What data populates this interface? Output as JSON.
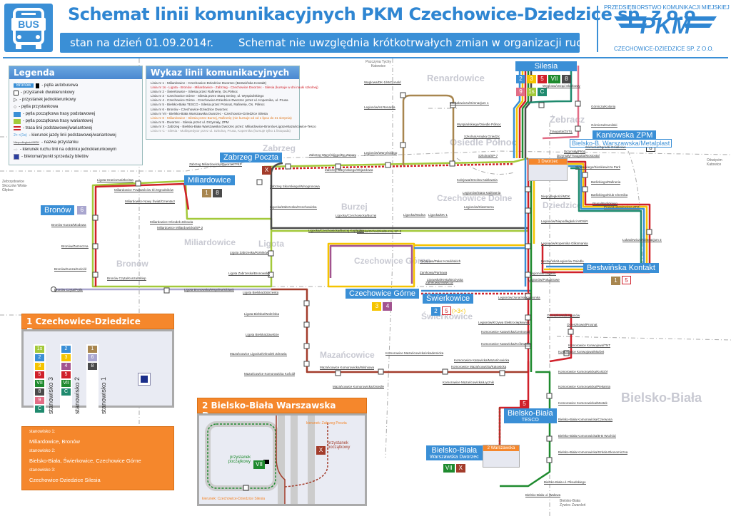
{
  "header": {
    "bus_icon_label": "BUS",
    "title": "Schemat linii komunikacyjnych PKM Czechowice-Dziedzice sp. z o.o.",
    "date_text": "stan na dzień 01.09.2014r.",
    "notice": "Schemat nie uwzględnia krótkotrwałych zmian w organizacji ruchu",
    "company_top": "PRZEDSIĘBIORSTWO KOMUNIKACJI MIEJSKIEJ",
    "company_logo": "PKM",
    "company_bottom": "CZECHOWICE-DZIEDZICE SP. Z O.O."
  },
  "legend": {
    "title": "Legenda",
    "items": [
      {
        "symbol": "Bronów",
        "label": "- pętla autobusowa"
      },
      {
        "symbol": "square",
        "label": "- przystanek dwukierunkowy"
      },
      {
        "symbol": "triangle",
        "label": "- przystanek jednokierunkowy"
      },
      {
        "symbol": "circle",
        "label": "- pętla przystankowa"
      },
      {
        "symbol": "2",
        "label": "- pętla początkowa trasy podstawowej"
      },
      {
        "symbol": "1s",
        "label": "- pętla początkowa trasy wariantowej"
      },
      {
        "symbol": "dash",
        "label": "- trasa linii podstawowej/wariantowej"
      },
      {
        "symbol": "2> <(1s)",
        "label": "- kierunek jazdy linii podstawowej/wariantowej"
      },
      {
        "symbol": "Niepodległości/MDK",
        "label": "- nazwa przystanku"
      },
      {
        "symbol": "arrow",
        "label": "- kierunek ruchu linii na odcinku jednokierunkowym"
      },
      {
        "symbol": "ticket",
        "label": "- biletomat/punkt sprzedaży biletów"
      }
    ]
  },
  "line_list": {
    "title": "Wykaz linii komunikacyjnych",
    "lines": [
      {
        "text": "Linia nr 1 - Miliardowice - Czechowice-Dziedzice Dworzec (Bestwińska Kontakt)",
        "color": "#333333"
      },
      {
        "text": "Linia nr 1s - Ligota - Bronów - Miliardowice - Zabrzeg - Czechowice Dworzec - Silesia (kursuje w dni nauki szkolnej)",
        "color": "#d0202a"
      },
      {
        "text": "Linia nr 2 - Świerkowice - Silesia przez Rafinerię, Os.Północ",
        "color": "#333333"
      },
      {
        "text": "Linia nr 3 - Czechowice Górne - Silesia przez Starą Gminę, ul. Wyspiańskiego",
        "color": "#333333"
      },
      {
        "text": "Linia nr 4 - Czechowice Górne - Czechowice-Dziedzice Dworzec przez ul. Kopernika, ul. Prusa",
        "color": "#333333"
      },
      {
        "text": "Linia nr 5 - Bielsko-Biała TESCO - Silesia przez Prosnat, Rafinerię, Os. Północ",
        "color": "#333333"
      },
      {
        "text": "Linia nr 6 - Bronów - Czechowice-Dziedzice Dworzec",
        "color": "#333333"
      },
      {
        "text": "Linia nr VII - Bielsko-Biała Warszawska Dworzec - Czechowice-Dziedzice Silesia",
        "color": "#333333"
      },
      {
        "text": "Linia nr 8 - Miliardowice - Silesia przez Burzej, Rafinerię (nie kursuje od od 1 lipca do 31 sierpnia)",
        "color": "#e07a20"
      },
      {
        "text": "Linia nr 9 - Dworzec - Silesia przez ul. Drzymały, ZPM",
        "color": "#333333"
      },
      {
        "text": "Linia nr X - Zabrzeg - Bielsko-Biała Warszawska Dworzec przez: Miliardowice-Bronów-Ligota-Mazańcowice-Tesco",
        "color": "#333333"
      },
      {
        "text": "Linia nr C - Silesia - Multispedytor przez ul. Szkolną, Prusa, Kopernika (kursuje tylko 1 listopada)",
        "color": "#999999"
      }
    ]
  },
  "line_colors": {
    "1": "#a8864f",
    "1s": "#a3c93a",
    "2": "#3a8fd6",
    "3": "#f5c400",
    "4": "#a2538f",
    "5": "#d0202a",
    "6": "#a9a6cf",
    "VII": "#1e8a2e",
    "8": "#4a4a4a",
    "9": "#e26d86",
    "X": "#a33c2b",
    "C": "#1f8a6e"
  },
  "station1": {
    "title": "1 Czechowice-Dziedzice Dworzec",
    "platforms": [
      {
        "name": "stanowisko 3",
        "lines": [
          "1s",
          "2",
          "3",
          "5",
          "VII",
          "8",
          "9",
          "C"
        ]
      },
      {
        "name": "stanowisko 2",
        "lines": [
          "2",
          "3",
          "4",
          "5",
          "VII",
          "C"
        ]
      },
      {
        "name": "stanowisko 1",
        "lines": [
          "1",
          "6",
          "8"
        ]
      }
    ],
    "info": [
      {
        "label": "stanowisko 1:",
        "value": "Miliardowice, Bronów"
      },
      {
        "label": "stanowisko 2:",
        "value": "Bielsko-Biała, Świerkowice, Czechowice Górne"
      },
      {
        "label": "stanowisko 3:",
        "value": "Czechowice-Dziedzice Silesia"
      }
    ]
  },
  "station2": {
    "title": "2 Bielsko-Biała Warszawska Dworzec",
    "dir_top": "kierunek: Zabrzeg Poczta",
    "dir_bottom": "kierunek: Czechowice-Dziedzice Silesia",
    "start_stop": "przystanek początkowy",
    "end_stop": "przystanek końcowy",
    "line_vii": "VII",
    "line_x": "X"
  },
  "terminals": [
    {
      "name": "Silesia",
      "lines": [
        "2",
        "3",
        "5",
        "VII",
        "8",
        "9",
        "1s",
        "C"
      ]
    },
    {
      "name": "Zabrzeg Poczta",
      "lines": [
        "X"
      ]
    },
    {
      "name": "Miliardowice",
      "lines": [
        "1",
        "8"
      ]
    },
    {
      "name": "Bronów",
      "lines": [
        "6"
      ]
    },
    {
      "name": "Kaniowska ZPM",
      "lines": [
        "8"
      ]
    },
    {
      "name": "Bestwińska Kontakt",
      "lines": [
        "1",
        "5"
      ]
    },
    {
      "name": "Czechowice Górne",
      "lines": [
        "3",
        "4"
      ]
    },
    {
      "name": "Świerkowice",
      "lines": [
        "2",
        "5"
      ],
      "note": "(>3<)"
    },
    {
      "name": "Bielsko-Biała",
      "sub": "TESCO",
      "lines": [
        "5"
      ]
    },
    {
      "name": "Bielsko-Biała",
      "sub": "Warszawska Dworzec",
      "lines": [
        "VII",
        "X"
      ]
    }
  ],
  "hub_boxes": {
    "dworzec": "1 Dworzec",
    "warszawska": "2 Warszawska"
  },
  "districts": [
    "Renardowice",
    "Zabrzeg",
    "Osiedle Północ",
    "Żebracz",
    "Burzej",
    "Czechowice Dolne",
    "Dziedzice",
    "Miliardowice",
    "Ligota",
    "Bronów",
    "Czechowice Górne",
    "Świerkowice",
    "Mazańcowice",
    "Bielsko-Biała"
  ],
  "rail_labels": {
    "north": "Pszczyna Tychy Katowice",
    "west": "Zebrzydowice Skoczów Wisła-Głębce",
    "east": "Oświęcim Katowice",
    "south": "Bielsko-Biała Żywiec Zwardoń",
    "codes": [
      "S5",
      "S8",
      "S51"
    ]
  },
  "stops": [
    "Węglowa/DK-1/McDonald",
    "Legionów/Hr.Renarda",
    "Legionów/Waryńskiego/Kłosowa",
    "Legionów/Waryńskiego",
    "Legionów/Kościół Wspomożenia Wiernych",
    "Zabrzeg Waryńskiego/Do Zapory",
    "Zabrzeg Waryńskiego/Objazdowa",
    "Zabrzeg Miliardowicka/Dworzec PKP",
    "Zabrzeg Sikorskiego/Winogronowa",
    "Ligocka/Zabrzeska/Czechowicka",
    "Ligota Graniczna/Złocista",
    "Miliardowice Powstańców Śl./Ogrodników",
    "Miliardowice Nowy Świat/Cmentarz",
    "Miliardowice Ośrodek Zdrowia",
    "Miliardowice Miliardowicka/SP-2",
    "Bronów Kunza/Miodowa",
    "Bronów/Zarzeczna",
    "Bronów/Kunza/Kościół",
    "Bronów Czyta/Pętla",
    "Bronów Czyta/Kunza/Sklep",
    "Ligota Bronowska/Wspólna/Oblask",
    "Ligota Zabrzeska/Rolników",
    "Ligota Zabrzeska/Bronowska",
    "Ligota Bielska/Zabrzeska",
    "Ligota Bielska/Woleńska",
    "Ligota Bielska/Zawiście",
    "Mazańcowice Ligocka/Ośrodek Zdrowia",
    "Mazańcowice Komorowicka Kościół",
    "Mazańcowice Komorowicka/Wiśniowa",
    "Mazańcowice Komorowicka/Osiedle",
    "Komorowice Mazańcowicka/Akademicka",
    "Komorowice Mazańcowicka/Katowicka",
    "Komorowice Mazańcowicka/Łącznik",
    "Ligocka/Czechowicka/Burzej",
    "Ligocka/Czechowicka/Burzej Kapliczka",
    "Ligocka/Ochodzka/Burzej SP-3",
    "Ligocka/Wodna",
    "Ligocka/DK-1",
    "Mazańcowicka/Zapiecze",
    "Mazańcowicka/Przełęczna",
    "Mazańcowicka/Wiewiórcza",
    "Czechowice Górne/Pętla",
    "Kopernika/Cienista",
    "Mazańcowicka/Multispedytor",
    "Zamkowa/Pałac Kotulińskich",
    "Zamkowa/Parkowa",
    "Zamkowa/Słowicza",
    "Lipowska/Kręta/Brożyska",
    "Lipowska/SP-3",
    "Lipowska/Pasieki",
    "Michałowicza/Gimnazjum 1",
    "Wyspiańskiego/Osiedle Północ",
    "Szkolna/Asnyka Dziedzic",
    "Szkolna/SP-7",
    "Kolejowa/Smolna Kablownia",
    "Legionów/Stara Kablownia",
    "Legionów/Klasztorna",
    "Węglowa/Urząd Skarbowy",
    "Górnicza/Kolonia",
    "Górnicza/Karolinki",
    "Traugutta/ZSTiL",
    "Górnicza/Ogródki Działkowe",
    "Drzymały/PKM",
    "Drzymały/Traugutta/Mostostal",
    "Słowackiego/Sienkiewicza Park",
    "Barlickiego/Rafineria",
    "Barlickiego/Klub Chemika",
    "Prusa/Barlickiego",
    "Prusa/Łukasiewicza ZPZ",
    "Niepodległości/MDK",
    "Legionów/Niepodległości MOSiR",
    "Legionów/Kopernika Gliksmanka",
    "Łukasiewicza/Gimnazjum 3",
    "Bestwińska/Legionów Osiedle",
    "Legionów/Gagarin",
    "Legionów/Południowe",
    "Legionów/Junacka Kamionka",
    "Legionów/Krzywa Elektrociepłownia",
    "Orzeszkowej/Legionów",
    "Orzeszkowej/Prosnat",
    "Komorowice Katowicka/Centrostal",
    "Komorowice Katowicka/Królewska",
    "Komorowice Konwojowa/TNT",
    "Komorowice Konwojowa/Marbet",
    "Komorowice Katowicka/Mazańcowicka",
    "Komorowice Komorowicka/Kościół",
    "Komorowice Komorowicka/Piekarnia",
    "Komorowice Komorowicka/Mostek",
    "Bielsko-Biała Komorowicka/Czerwona",
    "Bielsko-Biała Komorowicka/B-B Wschód",
    "Bielsko-Biała Komorowicka/Szkoła Ekonomiczna",
    "Bielsko-Biała ul. Piłsudskiego",
    "Bielsko-Biała ul. Wałowa",
    "Bielsko-B. Warszawska/Metalplast",
    "Bielsko-B. Warszawska/Fiat",
    "Bielsko-Biała ul. 3 Maja Dworzec",
    "PKM"
  ]
}
